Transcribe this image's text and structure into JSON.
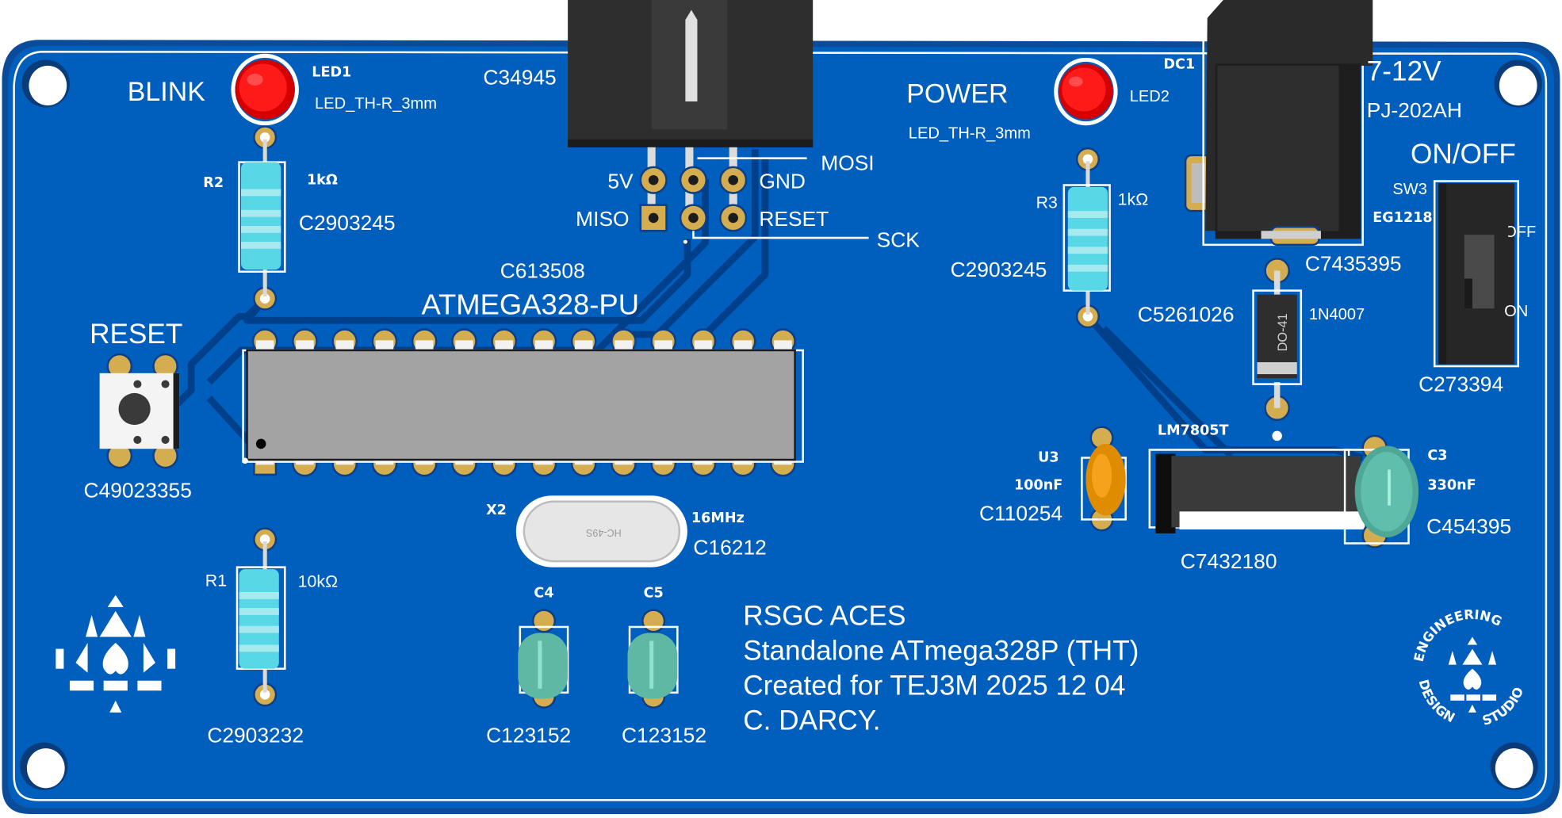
{
  "board": {
    "color": "#005fbd",
    "edge_color": "#0a4c9a",
    "silkscreen_color": "#ffffff",
    "pad_color": "#d4ad50"
  },
  "components": {
    "led1": {
      "ref": "LED1",
      "label": "BLINK",
      "footprint": "LED_TH-R_3mm",
      "color": "#ff1a1a"
    },
    "led2": {
      "ref": "LED2",
      "label": "POWER",
      "footprint": "LED_TH-R_3mm",
      "color": "#ff1a1a"
    },
    "r2": {
      "ref": "R2",
      "value": "1kΩ",
      "part": "C2903245"
    },
    "r3": {
      "ref": "R3",
      "value": "1kΩ",
      "part": "C2903245"
    },
    "r1": {
      "ref": "R1",
      "value": "10kΩ",
      "part": "C2903232"
    },
    "isp_header": {
      "part": "C34945",
      "pins": {
        "5v": "5V",
        "gnd": "GND",
        "miso": "MISO",
        "reset": "RESET",
        "mosi": "MOSI",
        "sck": "SCK"
      }
    },
    "mcu": {
      "name": "ATMEGA328-PU",
      "part": "C613508",
      "pin_count": 28
    },
    "reset_button": {
      "label": "RESET",
      "part": "C49023355"
    },
    "crystal": {
      "ref": "X2",
      "value": "16MHz",
      "part": "C16212",
      "marking": "HC-49S"
    },
    "c4": {
      "ref": "C4",
      "part": "C123152"
    },
    "c5": {
      "ref": "C5",
      "part": "C123152"
    },
    "dc_jack": {
      "ref": "DC1",
      "label": "7-12V",
      "model": "PJ-202AH",
      "part": "C7435395"
    },
    "switch": {
      "label": "ON/OFF",
      "ref": "SW3",
      "model": "EG1218",
      "part": "C273394",
      "off": "OFF",
      "on": "ON"
    },
    "diode": {
      "part": "C5261026",
      "model": "1N4007",
      "package": "DO-41"
    },
    "regulator": {
      "name": "LM7805T",
      "part": "C7432180"
    },
    "u3": {
      "ref": "U3",
      "value": "100nF",
      "part": "C110254"
    },
    "c3": {
      "ref": "C3",
      "value": "330nF",
      "part": "C454395"
    }
  },
  "credits": {
    "line1": "RSGC ACES",
    "line2": "Standalone ATmega328P (THT)",
    "line3": "Created for TEJ3M 2025 12 04",
    "line4": "C. DARCY."
  },
  "logo": {
    "top_text": "ENGINEERING",
    "left_text": "DESIGN",
    "right_text": "STUDIO"
  }
}
